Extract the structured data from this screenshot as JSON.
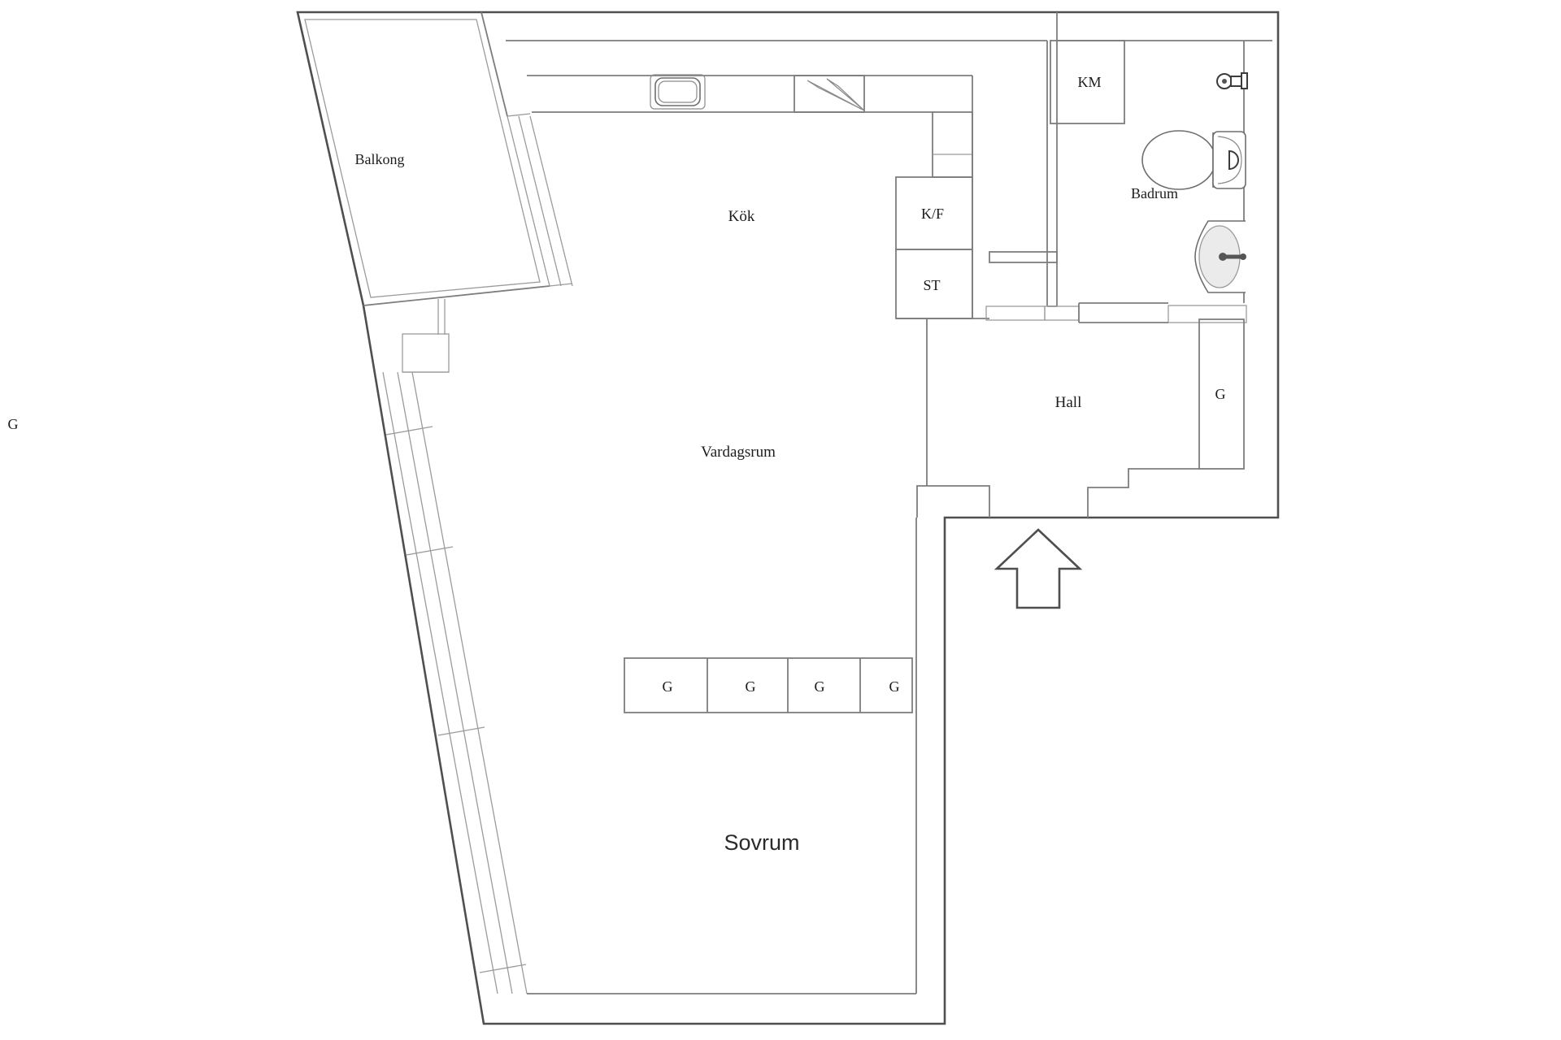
{
  "meta": {
    "type": "floor-plan",
    "background": "#ffffff"
  },
  "colors": {
    "wall_dark": "#4f4f4f",
    "wall_mid": "#7d7d7d",
    "wall_light": "#9b9b9b",
    "fixture_fill": "#ebebeb",
    "text": "#1c1c1c",
    "sovrum_text": "#2b2b2b"
  },
  "rooms": {
    "balkong": {
      "label": "Balkong"
    },
    "kok": {
      "label": "Kök"
    },
    "vardagsrum": {
      "label": "Vardagsrum"
    },
    "hall": {
      "label": "Hall"
    },
    "badrum": {
      "label": "Badrum"
    },
    "sovrum": {
      "label": "Sovrum"
    }
  },
  "closets": {
    "kf": {
      "label": "K/F"
    },
    "st": {
      "label": "ST"
    },
    "km": {
      "label": "KM"
    },
    "hall_g": {
      "label": "G"
    },
    "left_g": {
      "label": "G"
    },
    "wardrobes": [
      "G",
      "G",
      "G",
      "G"
    ]
  },
  "icons": {
    "kitchen_sink": "kitchen-sink-icon",
    "corner_cabinet": "corner-cabinet-icon",
    "toilet": "toilet-icon",
    "washbasin": "washbasin-icon",
    "faucet": "faucet-icon",
    "entrance_arrow": "entrance-arrow-icon"
  }
}
